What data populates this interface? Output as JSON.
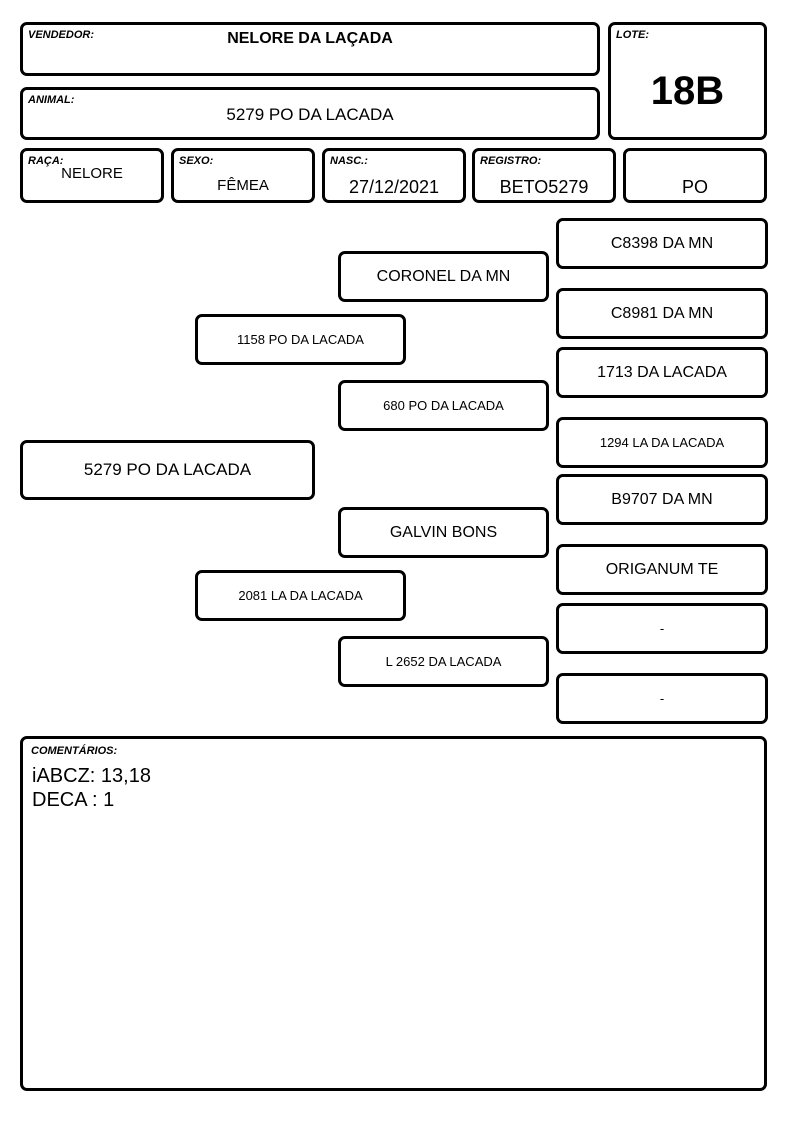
{
  "header": {
    "seller_label": "VENDEDOR:",
    "seller": "NELORE DA LAÇADA",
    "lot_label": "LOTE:",
    "lot": "18B",
    "animal_label": "ANIMAL:",
    "animal": "5279 PO DA LACADA"
  },
  "details": {
    "breed_label": "RAÇA:",
    "breed": "NELORE",
    "sex_label": "SEXO:",
    "sex": "FÊMEA",
    "birth_label": "NASC.:",
    "birth": "27/12/2021",
    "registry_label": "REGISTRO:",
    "registry": "BETO5279",
    "category": "PO"
  },
  "pedigree": {
    "animal": "5279 PO DA LACADA",
    "sire": "1158 PO DA LACADA",
    "dam": "2081 LA DA LACADA",
    "sire_sire": "CORONEL DA MN",
    "sire_dam": "680 PO DA LACADA",
    "dam_sire": "GALVIN BONS",
    "dam_dam": "L 2652 DA LACADA",
    "g3": [
      "C8398 DA MN",
      "C8981 DA MN",
      "1713 DA LACADA",
      "1294 LA DA LACADA",
      "B9707 DA MN",
      "ORIGANUM TE",
      "-",
      "-"
    ]
  },
  "comments": {
    "label": "COMENTÁRIOS:",
    "line1": "iABCZ: 13,18",
    "line2": "DECA : 1"
  }
}
